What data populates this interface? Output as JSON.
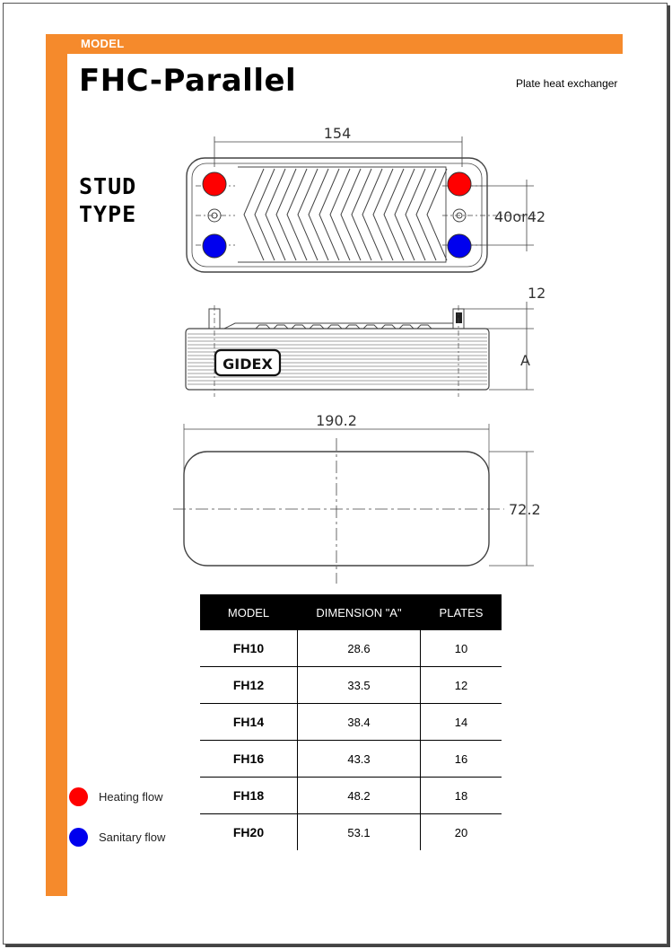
{
  "header": {
    "section_label": "MODEL",
    "title": "FHC-Parallel",
    "subtitle": "Plate heat exchanger"
  },
  "drawing": {
    "type_label_line1": "STUD",
    "type_label_line2": "TYPE",
    "dim_top_width": "154",
    "dim_side_height": "40or42",
    "dim_stud_height": "12",
    "dim_thickness": "A",
    "dim_bottom_width": "190.2",
    "dim_bottom_height": "72.2",
    "brand": "GIDEX"
  },
  "table": {
    "headers": [
      "MODEL",
      "DIMENSION \"A\"",
      "PLATES"
    ],
    "rows": [
      {
        "model": "FH10",
        "dimension": "28.6",
        "plates": "10"
      },
      {
        "model": "FH12",
        "dimension": "33.5",
        "plates": "12"
      },
      {
        "model": "FH14",
        "dimension": "38.4",
        "plates": "14"
      },
      {
        "model": "FH16",
        "dimension": "43.3",
        "plates": "16"
      },
      {
        "model": "FH18",
        "dimension": "48.2",
        "plates": "18"
      },
      {
        "model": "FH20",
        "dimension": "53.1",
        "plates": "20"
      }
    ]
  },
  "legend": {
    "heating": {
      "label": "Heating flow",
      "color": "#ff0000"
    },
    "sanitary": {
      "label": "Sanitary flow",
      "color": "#0000ee"
    }
  }
}
